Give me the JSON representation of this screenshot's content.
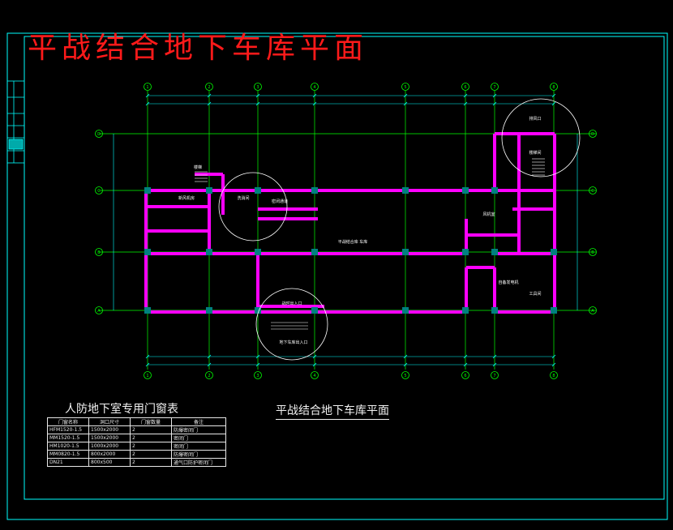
{
  "drawing": {
    "title": "平战结合地下车库平面",
    "subtitle": "平战结合地下车库平面",
    "colors": {
      "frame": "#00ffff",
      "walls": "#ff00ff",
      "axis": "#00ff00",
      "dim": "#00ffff",
      "text": "#ffffff",
      "title": "#ff1a1a",
      "column": "#008080"
    },
    "column_bubbles": [
      "1",
      "2",
      "3",
      "4",
      "5",
      "6",
      "7",
      "8"
    ],
    "row_bubbles": [
      "A",
      "B",
      "C",
      "D"
    ],
    "room_labels": {
      "r1": "平战结合库 车库",
      "r2": "风机室",
      "r3": "新风机房",
      "r4": "工具间",
      "r5": "自备发电机",
      "r6": "楼梯间",
      "r7": "洗消间",
      "r8": "密闭通道",
      "r9": "战时出入口",
      "r10": "地下车库出入口",
      "r11": "排风口",
      "r12": "楼梯"
    }
  },
  "door_table": {
    "title": "人防地下室专用门窗表",
    "headers": [
      "门窗名称",
      "洞口尺寸",
      "门窗数量",
      "备注"
    ],
    "rows": [
      [
        "HFM1520-1.5",
        "1500x2000",
        "2",
        "防爆密闭门"
      ],
      [
        "MM1520-1.5",
        "1500x2000",
        "2",
        "密闭门"
      ],
      [
        "HM1020-1.5",
        "1000x2000",
        "2",
        "密闭门"
      ],
      [
        "MM0820-1.5",
        "800x2000",
        "2",
        "防爆密闭门"
      ],
      [
        "DN21",
        "800x500",
        "2",
        "通气口防护密闭门"
      ]
    ]
  }
}
